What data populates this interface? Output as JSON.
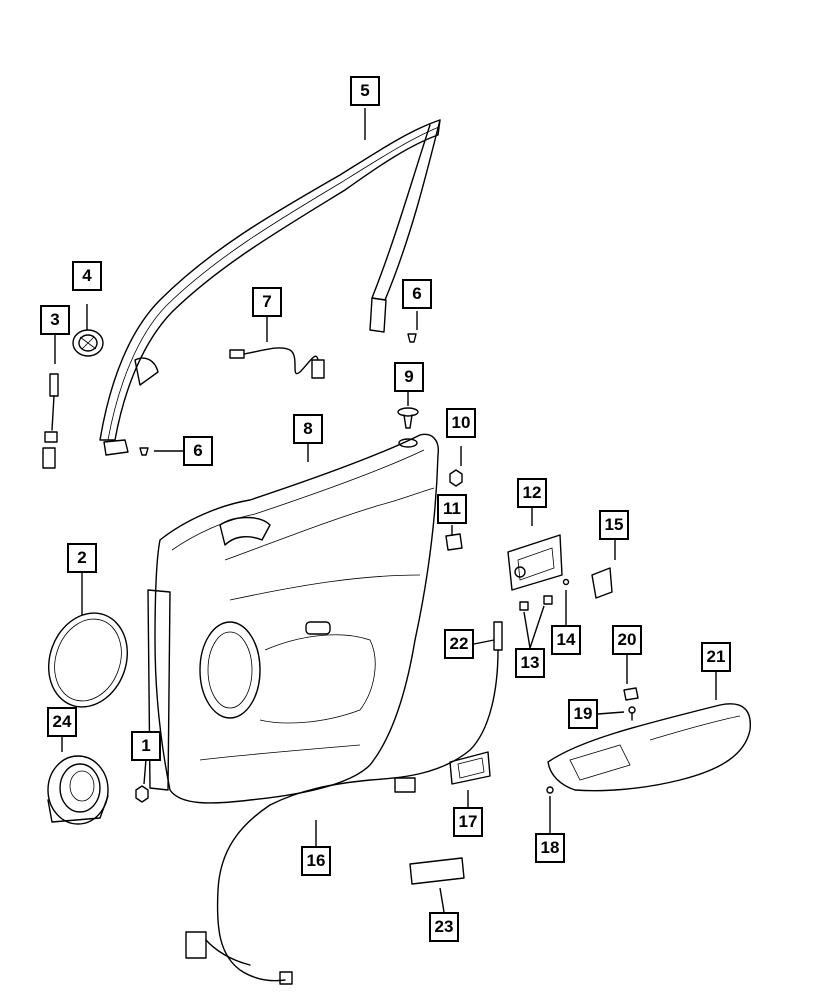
{
  "callouts": [
    "1",
    "2",
    "3",
    "4",
    "5",
    "6",
    "6",
    "7",
    "8",
    "9",
    "10",
    "11",
    "12",
    "13",
    "14",
    "15",
    "16",
    "17",
    "18",
    "19",
    "20",
    "21",
    "22",
    "23",
    "24"
  ]
}
